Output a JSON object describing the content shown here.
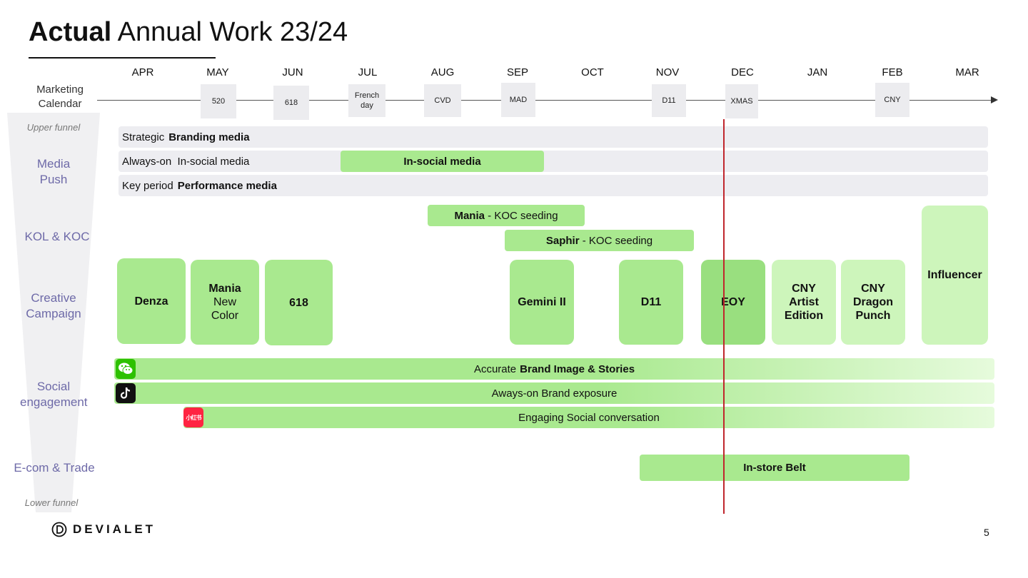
{
  "title": {
    "bold": "Actual",
    "rest": "Annual Work 23/24"
  },
  "calendar_label": "Marketing Calendar",
  "months": [
    "APR",
    "MAY",
    "JUN",
    "JUL",
    "AUG",
    "SEP",
    "OCT",
    "NOV",
    "DEC",
    "JAN",
    "FEB",
    "MAR"
  ],
  "events": {
    "e520": "520",
    "e618": "618",
    "french": "French day",
    "cvd": "CVD",
    "mad": "MAD",
    "d11": "D11",
    "xmas": "XMAS",
    "cny": "CNY"
  },
  "funnel": {
    "upper": "Upper funnel",
    "lower": "Lower funnel",
    "categories": {
      "media_push": "Media Push",
      "kol": "KOL & KOC",
      "creative": "Creative Campaign",
      "social": "Social engagement",
      "ecom": "E-com & Trade"
    }
  },
  "media": {
    "strategic": {
      "label": "Strategic",
      "bold": "Branding media"
    },
    "always_on": {
      "label": "Always-on  In-social media",
      "bar": "In-social media"
    },
    "key_period": {
      "label": "Key period",
      "bold": "Performance media"
    }
  },
  "kol": {
    "mania": {
      "bold": "Mania",
      "rest": " - KOC seeding"
    },
    "saphir": {
      "bold": "Saphir",
      "rest": " - KOC seeding"
    },
    "influencer": "Influencer"
  },
  "campaigns": {
    "denza": "Denza",
    "mania_title": "Mania",
    "mania_sub": "New Color",
    "c618": "618",
    "gemini": "Gemini II",
    "d11": "D11",
    "eoy": "EOY",
    "cny_artist": "CNY Artist Edition",
    "cny_dragon": "CNY Dragon Punch"
  },
  "social": {
    "wechat": {
      "prefix": "Accurate",
      "bold": "Brand Image & Stories"
    },
    "tiktok": {
      "text": "Aways-on Brand exposure"
    },
    "xhs": {
      "text": "Engaging Social conversation",
      "icon_text": "小红书"
    }
  },
  "ecom": {
    "bar": "In-store Belt"
  },
  "footer": {
    "brand": "DEVIALET",
    "page": "5"
  },
  "colors": {
    "green": "#a9e98f",
    "light_green": "#cdf5bb",
    "red_line": "#c0262d",
    "category_text": "#6e6aa8"
  }
}
